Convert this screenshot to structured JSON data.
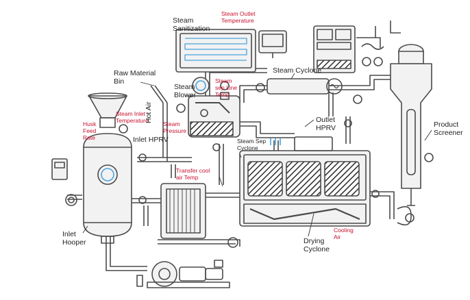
{
  "labels": {
    "steam_sanitization": [
      "Steam",
      "Sanitization"
    ],
    "steam_outlet_temperature": [
      "Steam Outlet",
      "Temperature"
    ],
    "raw_material_bin": [
      "Raw Material",
      "Bin"
    ],
    "steam_cyclone": "Steam Cyclone",
    "steam_blower": [
      "Steam",
      "Blower"
    ],
    "steam_sep_line_temp": [
      "Steam",
      "sep Line",
      "Temp"
    ],
    "steam_inlet_temperature": [
      "Steam Inlet",
      "Temperature"
    ],
    "husk_feed_rate": [
      "Husk",
      "Feed",
      "Rate"
    ],
    "hot_air": "Hot Air",
    "steam_pressure": [
      "Steam",
      "Pressure"
    ],
    "outlet_hprv": [
      "Outlet",
      "HPRV"
    ],
    "product_screener": [
      "Product",
      "Screener"
    ],
    "inlet_hprv": "Inlet HPRV",
    "steam_sep_cyclone": [
      "Steam Sep",
      "Cyclone"
    ],
    "transfer_cool_air_temp": [
      "Transfer cool",
      "air Temp"
    ],
    "inlet_hooper": [
      "Inlet",
      "Hooper"
    ],
    "drying_cyclone": [
      "Drying",
      "Cyclone"
    ],
    "cooling_air": [
      "Cooling",
      "Air"
    ]
  },
  "colors": {
    "line": "#4a4a4a",
    "fill": "#f2f2f2",
    "label_black": "#1f1f1f",
    "label_red": "#c8102e",
    "steam_blue": "#4aa3e0"
  }
}
